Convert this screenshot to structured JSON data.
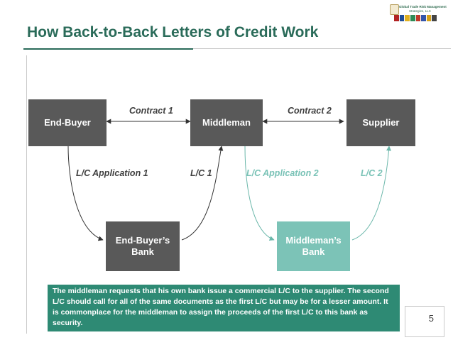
{
  "header": {
    "logo_line1": "Global Trade Risk Management",
    "logo_line2": "Strategies, LLC",
    "title": "How Back-to-Back Letters of Credit Work"
  },
  "colors": {
    "title": "#2a6b59",
    "dark_box": "#595959",
    "teal_box": "#7cc3b7",
    "note_bg": "#2e8a74",
    "teal_label": "#79c2b6"
  },
  "nodes": {
    "end_buyer": "End-Buyer",
    "middleman": "Middleman",
    "supplier": "Supplier",
    "end_buyers_bank": "End-Buyer’s\nBank",
    "middlemans_bank": "Middleman’s\nBank"
  },
  "labels": {
    "contract1": "Contract 1",
    "contract2": "Contract 2",
    "lc_app1": "L/C Application 1",
    "lc1": "L/C 1",
    "lc_app2": "L/C Application 2",
    "lc2": "L/C 2"
  },
  "note": "The middleman requests that his own bank issue a commercial L/C to the supplier. The second L/C should call for all of the same documents as the first L/C but may be for a lesser amount.  It is commonplace for the middleman to assign the proceeds of the first L/C to this bank as security.",
  "page_number": "5"
}
